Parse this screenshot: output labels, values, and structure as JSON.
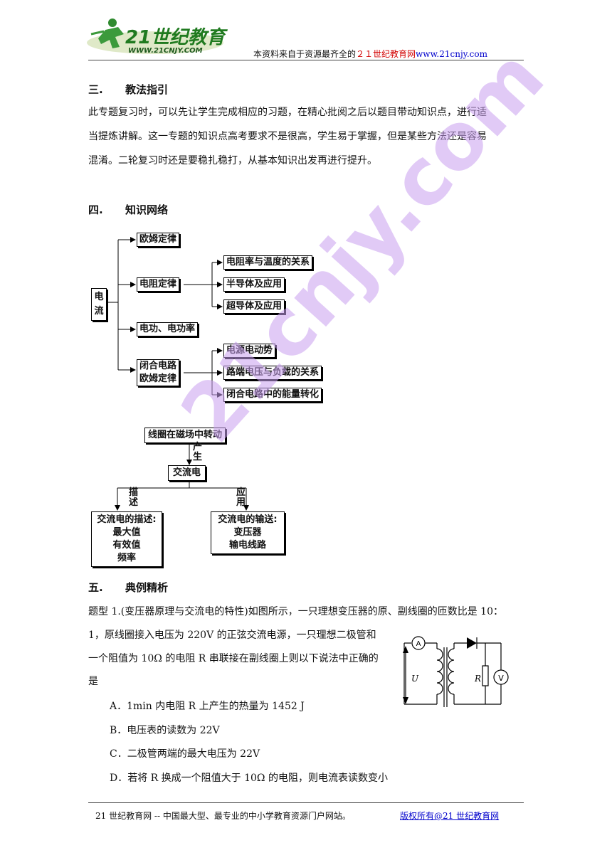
{
  "header": {
    "logo_text": "21世纪教育",
    "logo_url": "WWW.21CNJY.COM",
    "source_prefix": "本资料来自于资源最齐全的",
    "source_site": "２１世纪教育网",
    "source_url": "www.21cnjy.com"
  },
  "section3": {
    "num": "三.",
    "title": "教法指引",
    "lines": [
      "此专题复习时，可以先让学生完成相应的习题，在精心批阅之后以题目带动知识点，进行适",
      "当提炼讲解。这一专题的知识点高考要求不是很高，学生易于掌握，但是某些方法还是容易",
      "混淆。二轮复习时还是要稳扎稳打，从基本知识出发再进行提升。"
    ]
  },
  "section4": {
    "num": "四.",
    "title": "知识网络",
    "map1": {
      "root": [
        "电",
        "流"
      ],
      "ohm": "欧姆定律",
      "resistance": "电阻定律",
      "res_children": [
        "电阻率与温度的关系",
        "半导体及应用",
        "超导体及应用"
      ],
      "power": "电功、电功率",
      "closed": [
        "闭合电路",
        "欧姆定律"
      ],
      "closed_children": [
        "电源电动势",
        "路端电压与负载的关系",
        "闭合电路中的能量转化"
      ]
    },
    "map2": {
      "top": "线圈在磁场中转动",
      "produce": [
        "产",
        "生"
      ],
      "ac": "交流电",
      "describe": [
        "描",
        "述"
      ],
      "apply": [
        "应",
        "用"
      ],
      "left_box": [
        "交流电的描述:",
        "最大值",
        "有效值",
        "频率"
      ],
      "right_box": [
        "交流电的输送:",
        "变压器",
        "输电线路"
      ]
    }
  },
  "section5": {
    "num": "五.",
    "title": "典例精析",
    "problem_lines": [
      "题型 1.(变压器原理与交流电的特性)如图所示，一只理想变压器的原、副线圈的匝数比是 10：",
      "1，原线圈接入电压为 220V 的正弦交流电源，一只理想二极管和",
      "一个阻值为 10Ω 的电阻 R 串联接在副线圈上则以下说法中正确的",
      "是"
    ],
    "options": [
      "A．1min 内电阻 R 上产生的热量为 1452  J",
      "B．电压表的读数为 22V",
      "C．二极管两端的最大电压为 22V",
      "D．若将 R 换成一个阻值大于 10Ω 的电阻，则电流表读数变小"
    ],
    "circuit": {
      "ammeter": "A",
      "voltmeter": "V",
      "resistor": "R",
      "voltage": "U"
    }
  },
  "watermark": "21cnjy.com",
  "footer": {
    "left": "21 世纪教育网 -- 中国最大型、最专业的中小学教育资源门户网站。",
    "right": "版权所有@21 世纪教育网"
  }
}
